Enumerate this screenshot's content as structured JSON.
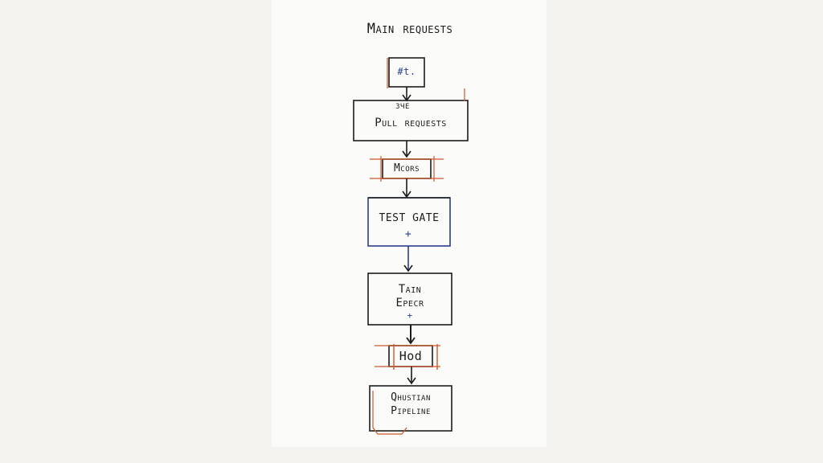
{
  "title": "Main requests",
  "nodes": [
    {
      "id": "start",
      "label_lines": [
        "#t."
      ]
    },
    {
      "id": "pull-requests",
      "label_lines": [
        "Pull requests"
      ],
      "annotation": "ЗЧЕ"
    },
    {
      "id": "mcors",
      "label_lines": [
        "Mcors"
      ]
    },
    {
      "id": "test-gate",
      "label_lines": [
        "TEST GATE"
      ],
      "annotation": "+"
    },
    {
      "id": "tain-epecr",
      "label_lines": [
        "Tain",
        "Epecr"
      ],
      "annotation": "+"
    },
    {
      "id": "hod",
      "label_lines": [
        "Hod"
      ]
    },
    {
      "id": "qhustian-pipeline",
      "label_lines": [
        "Qhustian",
        "Pipeline"
      ]
    }
  ],
  "colors": {
    "ink": "#1c1c1c",
    "blue_ink": "#2b3f8c",
    "orange_ink": "#d0572a",
    "paper": "#fbfbf9",
    "background": "#f4f3ef"
  }
}
